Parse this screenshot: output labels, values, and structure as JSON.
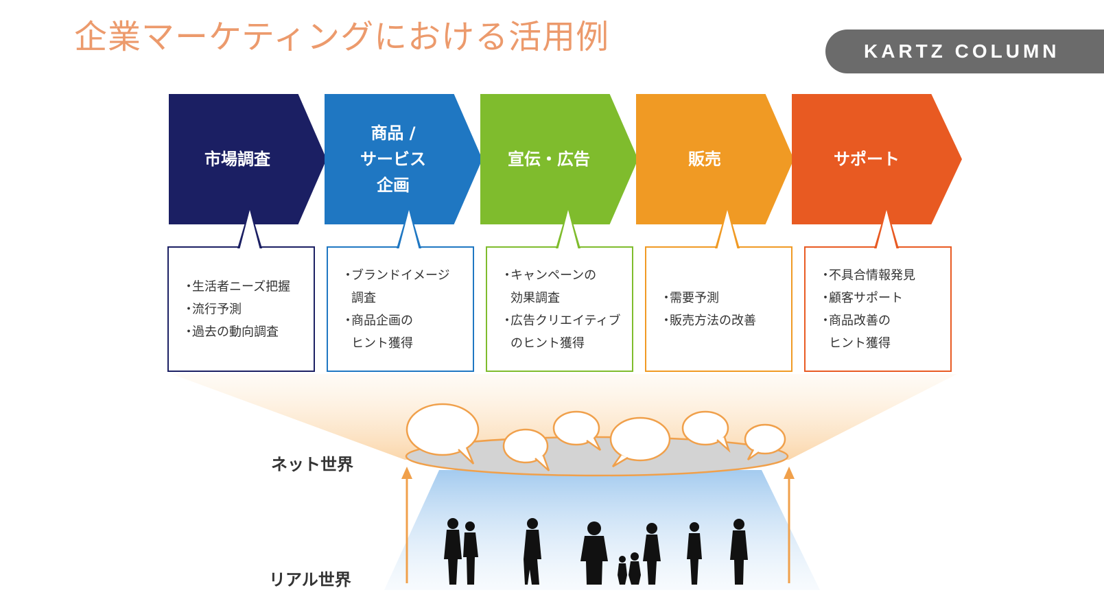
{
  "page_title": "企業マーケティングにおける活用例",
  "badge": "KARTZ COLUMN",
  "steps": [
    {
      "label": "市場調査",
      "color": "#1b1f63",
      "items": [
        "生活者ニーズ把握",
        "流行予測",
        "過去の動向調査"
      ]
    },
    {
      "label": "商品 /\nサービス\n企画",
      "color": "#1f77c2",
      "items": [
        "ブランドイメージ\n調査",
        "商品企画の\nヒント獲得"
      ]
    },
    {
      "label": "宣伝・広告",
      "color": "#7fbc2d",
      "items": [
        "キャンペーンの\n効果調査",
        "広告クリエイティブ\nのヒント獲得"
      ]
    },
    {
      "label": "販売",
      "color": "#f09a24",
      "items": [
        "需要予測",
        "販売方法の改善"
      ]
    },
    {
      "label": "サポート",
      "color": "#e85a22",
      "items": [
        "不具合情報発見",
        "顧客サポート",
        "商品改善の\nヒント獲得"
      ]
    }
  ],
  "net_world_label": "ネット世界",
  "real_world_label": "リアル世界",
  "colors": {
    "title": "#ec9a6c",
    "badge_bg": "#6b6b6b",
    "arrow_orange": "#f0a04b"
  }
}
